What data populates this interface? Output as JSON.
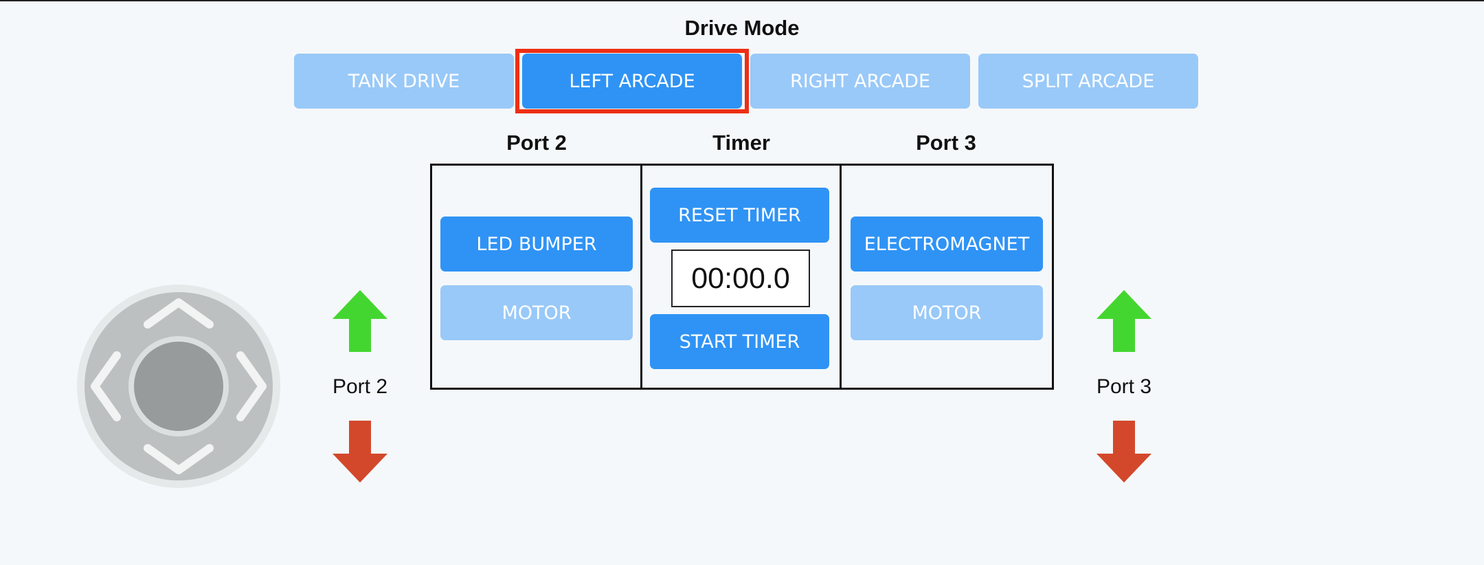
{
  "drive_mode": {
    "title": "Drive Mode",
    "modes": [
      {
        "label": "TANK DRIVE",
        "active": false
      },
      {
        "label": "LEFT ARCADE",
        "active": true
      },
      {
        "label": "RIGHT ARCADE",
        "active": false
      },
      {
        "label": "SPLIT ARCADE",
        "active": false
      }
    ]
  },
  "panel": {
    "port2": {
      "title": "Port 2",
      "buttons": [
        {
          "label": "LED BUMPER",
          "active": true
        },
        {
          "label": "MOTOR",
          "active": false
        }
      ]
    },
    "timer": {
      "title": "Timer",
      "reset_label": "RESET TIMER",
      "display": "00:00.0",
      "start_label": "START TIMER"
    },
    "port3": {
      "title": "Port 3",
      "buttons": [
        {
          "label": "ELECTROMAGNET",
          "active": true
        },
        {
          "label": "MOTOR",
          "active": false
        }
      ]
    }
  },
  "side_controls": {
    "left_label": "Port 2",
    "right_label": "Port 3"
  },
  "colors": {
    "button_active": "#2f93f5",
    "button_inactive": "#99c9f8",
    "selection_frame": "#ee2f15",
    "arrow_up": "#44d630",
    "arrow_down": "#d3482b",
    "joystick_base": "#bdc0c1",
    "joystick_knob": "#989b9b"
  },
  "icons": {
    "joystick": "joystick-dpad-icon",
    "up": "arrow-up-icon",
    "down": "arrow-down-icon"
  }
}
